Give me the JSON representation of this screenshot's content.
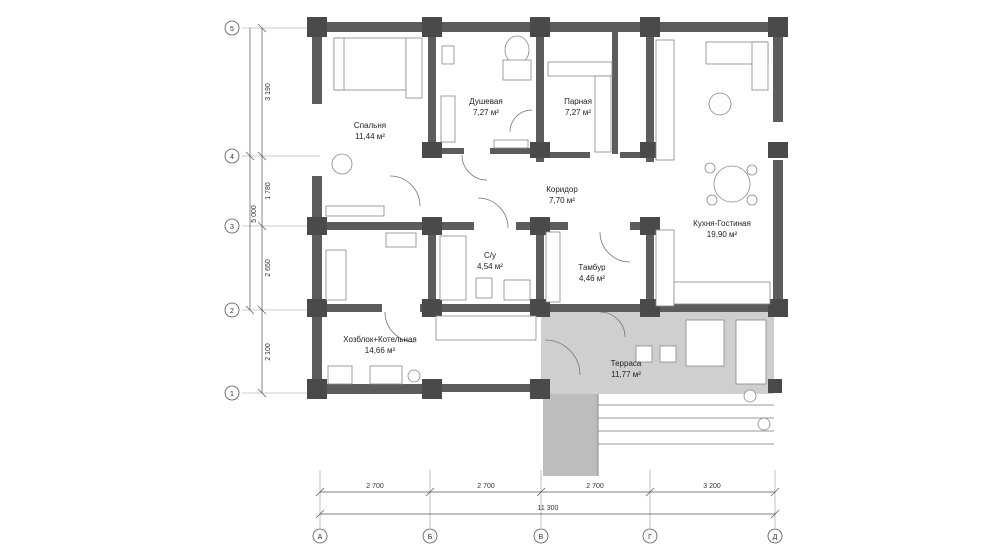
{
  "rooms": {
    "bedroom": {
      "name": "Спальня",
      "area": "11,44 м²"
    },
    "shower": {
      "name": "Душевая",
      "area": "7,27 м²"
    },
    "steam": {
      "name": "Парная",
      "area": "7,27 м²"
    },
    "kitchen": {
      "name": "Кухня-Гостиная",
      "area": "19,90 м²"
    },
    "corridor": {
      "name": "Коридор",
      "area": "7,70 м²"
    },
    "wc": {
      "name": "С/у",
      "area": "4,54 м²"
    },
    "vestibule": {
      "name": "Тамбур",
      "area": "4,46 м²"
    },
    "utility": {
      "name": "Хозблок+Котельная",
      "area": "14,66 м²"
    },
    "terrace": {
      "name": "Терраса",
      "area": "11,77 м²"
    }
  },
  "axes": {
    "rows": [
      "5",
      "4",
      "3",
      "2",
      "1"
    ],
    "cols": [
      "А",
      "Б",
      "В",
      "Г",
      "Д"
    ]
  },
  "dimensions": {
    "bottom": [
      "2 700",
      "2 700",
      "2 700",
      "3 200"
    ],
    "total": "11 300",
    "left_outer": [
      "3 190",
      "1 780",
      "2 650",
      "2 100"
    ],
    "left_inner": "5 000"
  }
}
